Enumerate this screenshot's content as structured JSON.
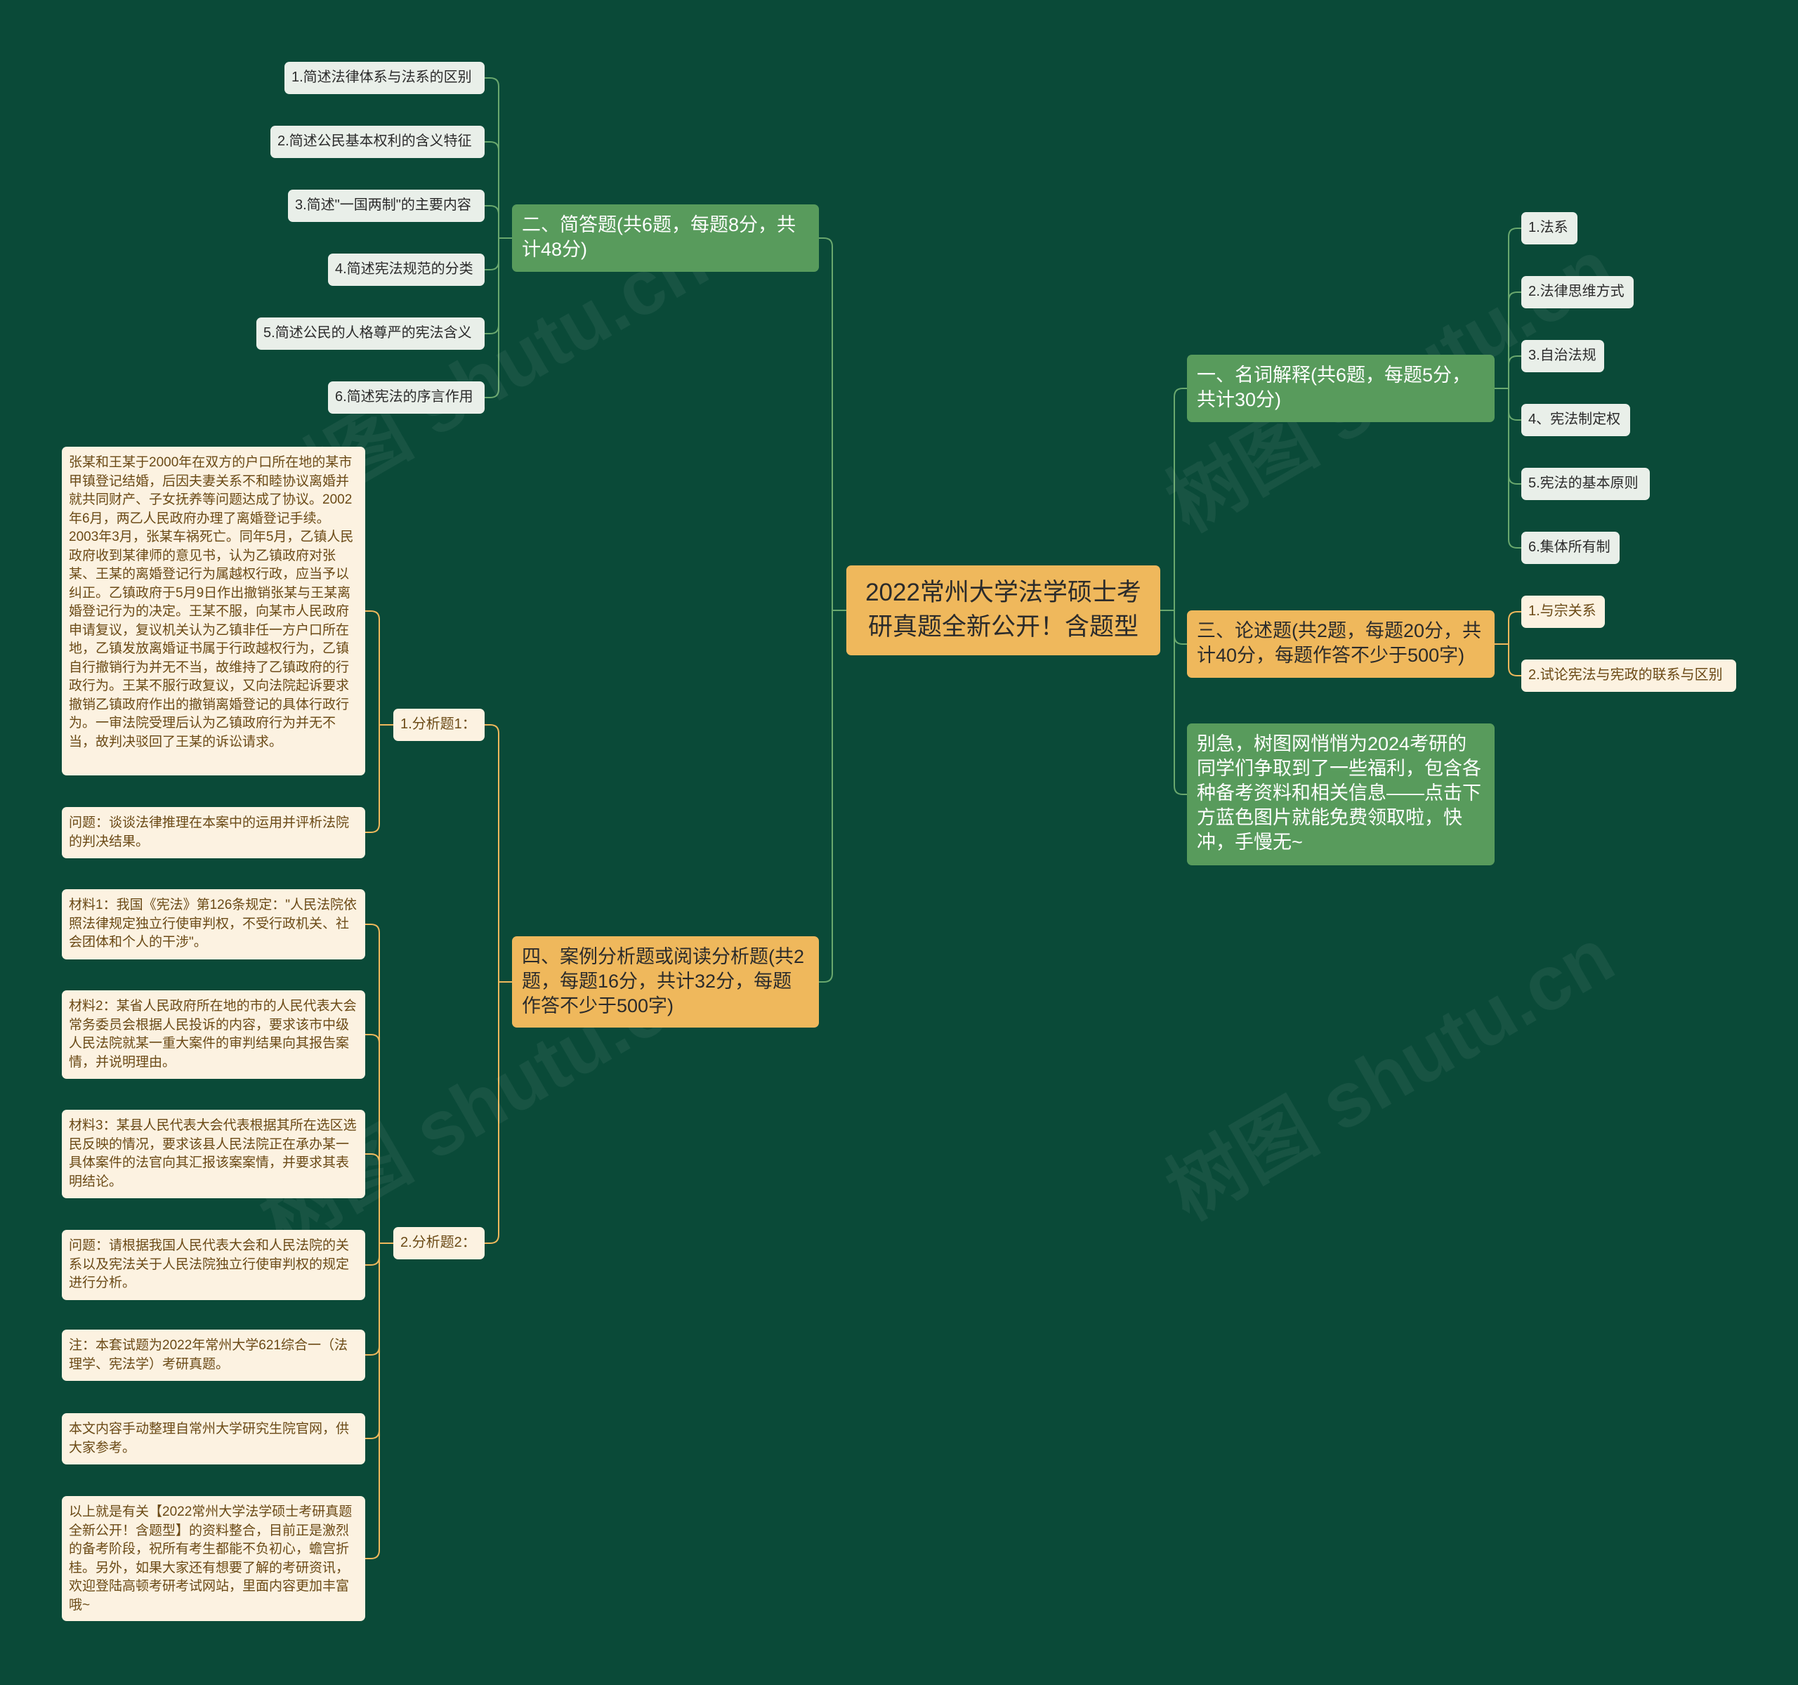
{
  "root": {
    "title": "2022常州大学法学硕士考研真题全新公开！含题型"
  },
  "branch_left_1": {
    "label": "二、简答题(共6题，每题8分，共计48分)",
    "items": [
      "1.简述法律体系与法系的区别",
      "2.简述公民基本权利的含义特征",
      "3.简述\"一国两制\"的主要内容",
      "4.简述宪法规范的分类",
      "5.简述公民的人格尊严的宪法含义",
      "6.简述宪法的序言作用"
    ]
  },
  "branch_left_2": {
    "label": "四、案例分析题或阅读分析题(共2题，每题16分，共计32分，每题作答不少于500字)",
    "sub1": {
      "label": "1.分析题1：",
      "texts": [
        "张某和王某于2000年在双方的户口所在地的某市甲镇登记结婚，后因夫妻关系不和睦协议离婚并就共同财产、子女抚养等问题达成了协议。2002年6月，两乙人民政府办理了离婚登记手续。2003年3月，张某车祸死亡。同年5月，乙镇人民政府收到某律师的意见书，认为乙镇政府对张某、王某的离婚登记行为属越权行政，应当予以纠正。乙镇政府于5月9日作出撤销张某与王某离婚登记行为的决定。王某不服，向某市人民政府申请复议，复议机关认为乙镇非任一方户口所在地，乙镇发放离婚证书属于行政越权行为，乙镇自行撤销行为并无不当，故维持了乙镇政府的行政行为。王某不服行政复议，又向法院起诉要求撤销乙镇政府作出的撤销离婚登记的具体行政行为。一审法院受理后认为乙镇政府行为并无不当，故判决驳回了王某的诉讼请求。",
        "问题：谈谈法律推理在本案中的运用并评析法院的判决结果。"
      ]
    },
    "sub2": {
      "label": "2.分析题2：",
      "texts": [
        "材料1：我国《宪法》第126条规定：\"人民法院依照法律规定独立行使审判权，不受行政机关、社会团体和个人的干涉\"。",
        "材料2：某省人民政府所在地的市的人民代表大会常务委员会根据人民投诉的内容，要求该市中级人民法院就某一重大案件的审判结果向其报告案情，并说明理由。",
        "材料3：某县人民代表大会代表根据其所在选区选民反映的情况，要求该县人民法院正在承办某一具体案件的法官向其汇报该案案情，并要求其表明结论。",
        "问题：请根据我国人民代表大会和人民法院的关系以及宪法关于人民法院独立行使审判权的规定进行分析。",
        "注：本套试题为2022年常州大学621综合一（法理学、宪法学）考研真题。",
        "本文内容手动整理自常州大学研究生院官网，供大家参考。",
        "以上就是有关【2022常州大学法学硕士考研真题全新公开！含题型】的资料整合，目前正是激烈的备考阶段，祝所有考生都能不负初心，蟾宫折桂。另外，如果大家还有想要了解的考研资讯，欢迎登陆高顿考研考试网站，里面内容更加丰富哦~"
      ]
    }
  },
  "branch_right_1": {
    "label": "一、名词解释(共6题，每题5分，共计30分)",
    "items": [
      "1.法系",
      "2.法律思维方式",
      "3.自治法规",
      "4、宪法制定权",
      "5.宪法的基本原则",
      "6.集体所有制"
    ]
  },
  "branch_right_2": {
    "label": "三、论述题(共2题，每题20分，共计40分，每题作答不少于500字)",
    "items": [
      "1.与宗关系",
      "2.试论宪法与宪政的联系与区别"
    ]
  },
  "branch_right_3": {
    "label": "别急，树图网悄悄为2024考研的同学们争取到了一些福利，包含各种备考资料和相关信息——点击下方蓝色图片就能免费领取啦，快冲，手慢无~"
  },
  "watermark": "树图 shutu.cn",
  "colors": {
    "background": "#0a4a38",
    "root": "#efb85c",
    "green_branch": "#589b5c",
    "green_line": "#6aa86e",
    "orange_line": "#efb85c",
    "gray_leaf": "#e9efe9",
    "cream_leaf": "#fcf2e1"
  }
}
